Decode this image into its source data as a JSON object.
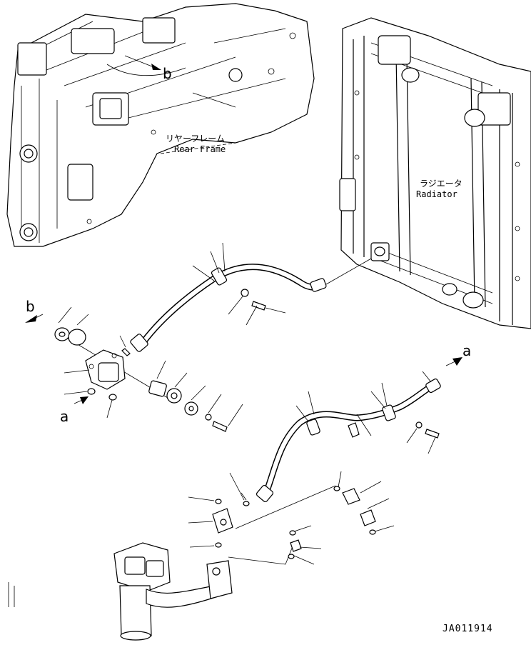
{
  "labels": {
    "rear_frame_jp": "リヤーフレーム",
    "rear_frame_en": "Rear Frame",
    "radiator_jp": "ラジエータ",
    "radiator_en": "Radiator",
    "ref_b_top": "b",
    "ref_b_left": "b",
    "ref_a_left": "a",
    "ref_a_right": "a"
  },
  "drawing_code": "JA011914"
}
